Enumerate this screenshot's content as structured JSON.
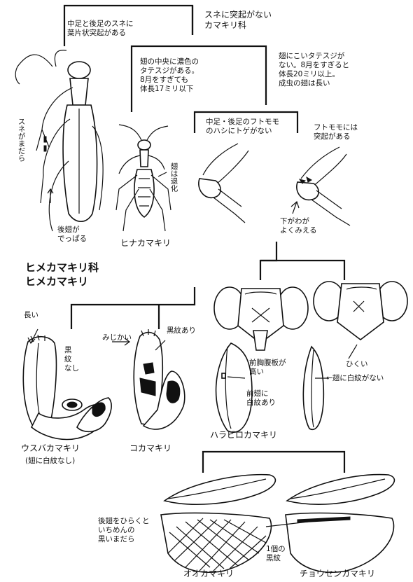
{
  "labels": {
    "no_spines_family": "スネに突起がない\nカマキリ科",
    "spines_on_tibia": "中足と後足のスネに\n葉片状突起がある",
    "sune_madara": "スネがまだら",
    "hindwing_protrudes": "後翅が\nでっぱる",
    "himekamakiri": "ヒメカマキリ科\nヒメカマキリ",
    "wing_stripe_small": "翅の中央に濃色の\nタテスジがある。\n8月をすぎても\n体長17ミリ以下",
    "wings_reduced": "翅は退化",
    "hinakamakiri": "ヒナカマキリ",
    "no_stripe_large": "翅にこいタテスジが\nない。8月をすぎると\n体長20ミリ以上。\n成虫の翅は長い",
    "no_spines_femur": "中足・後足のフトモモ\nのハシにトゲがない",
    "femur_spined": "フトモモには\n突起がある",
    "lower_jaw_visible": "下がわが\nよくみえる",
    "long": "長い",
    "no_black_spot": "黒\n紋\nなし",
    "short": "みじかい",
    "has_black_spot": "黒紋あり",
    "usubakamakiri": "ウスバカマキリ",
    "usuba_note": "(翅に白紋なし)",
    "kokamakiri": "コカマキリ",
    "prosternum_high": "前胸腹板が\n高い",
    "wing_white_spot": "前翅に\n白紋あり",
    "low": "ひくい",
    "no_white_spot": "←翅に白紋がない",
    "harabirokamakiri": "ハラビロカマキリ",
    "spread_wings_note": "後翅をひらくと\nいちめんの\n黒いまだら",
    "ookamakiri": "オオカマキリ",
    "one_black_spot": "1個の\n黒紋",
    "chousenkamakiri": "チョウセンカマキリ"
  }
}
